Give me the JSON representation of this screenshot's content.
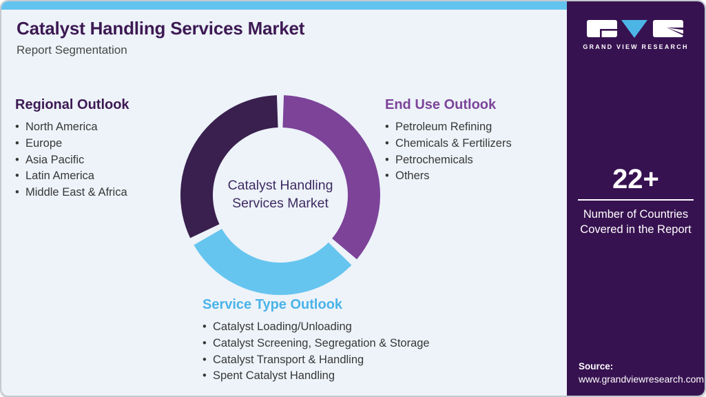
{
  "header": {
    "title": "Catalyst Handling Services Market",
    "subtitle": "Report Segmentation"
  },
  "segments": {
    "regional": {
      "heading": "Regional Outlook",
      "items": [
        "North America",
        "Europe",
        "Asia Pacific",
        "Latin America",
        "Middle East & Africa"
      ]
    },
    "end_use": {
      "heading": "End Use Outlook",
      "items": [
        "Petroleum Refining",
        "Chemicals & Fertilizers",
        "Petrochemicals",
        "Others"
      ]
    },
    "service_type": {
      "heading": "Service Type Outlook",
      "items": [
        "Catalyst Loading/Unloading",
        "Catalyst Screening, Segregation & Storage",
        "Catalyst Transport & Handling",
        "Spent Catalyst Handling"
      ]
    }
  },
  "chart_data": {
    "type": "pie",
    "subtype": "donut",
    "center_label": "Catalyst Handling\nServices Market",
    "inner_radius_ratio": 0.676,
    "segments": [
      {
        "name": "End Use Outlook",
        "color": "#7C4399",
        "start_deg": 2,
        "end_deg": 130
      },
      {
        "name": "Service Type Outlook",
        "color": "#66C5EF",
        "start_deg": 134.5,
        "end_deg": 240
      },
      {
        "name": "Regional Outlook",
        "color": "#39204E",
        "start_deg": 244.5,
        "end_deg": 358
      }
    ]
  },
  "sidebar": {
    "logo_text": "GRAND VIEW RESEARCH",
    "stat_value": "22+",
    "stat_label": "Number of Countries\nCovered in the Report",
    "source_label": "Source:",
    "source_url": "www.grandviewresearch.com"
  },
  "colors": {
    "title_purple": "#3D1953",
    "accent_purple": "#7C4399",
    "accent_blue": "#4AB3E8",
    "strip_blue": "#63C3EF",
    "donut_dark": "#39204E",
    "donut_purple": "#7C4399",
    "donut_blue": "#66C5EF",
    "sidebar_bg": "#371250",
    "card_bg": "#EDF3F9",
    "body_text": "#373737"
  }
}
